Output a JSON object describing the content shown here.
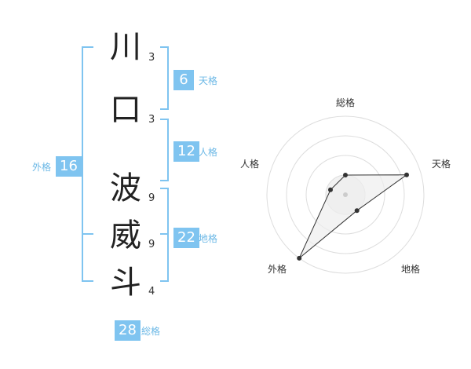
{
  "name": {
    "chars": [
      {
        "char": "川",
        "strokes": "3"
      },
      {
        "char": "口",
        "strokes": "3"
      },
      {
        "char": "波",
        "strokes": "9"
      },
      {
        "char": "威",
        "strokes": "9"
      },
      {
        "char": "斗",
        "strokes": "4"
      }
    ]
  },
  "fortunes": {
    "tenkaku": {
      "value": "6",
      "label": "天格"
    },
    "jinkaku": {
      "value": "12",
      "label": "人格"
    },
    "chikaku": {
      "value": "22",
      "label": "地格"
    },
    "gaikaku": {
      "value": "16",
      "label": "外格"
    },
    "soukaku": {
      "value": "28",
      "label": "総格"
    }
  },
  "radar": {
    "axes": [
      "総格",
      "天格",
      "地格",
      "外格",
      "人格"
    ],
    "values": [
      0.25,
      0.82,
      0.25,
      1.0,
      0.2
    ],
    "max": 1.0,
    "rings": 4
  },
  "colors": {
    "accent": "#7fc4f0",
    "bracket": "#7fc4f0",
    "radar_fill": "#eeeeee",
    "radar_stroke": "#333333"
  }
}
